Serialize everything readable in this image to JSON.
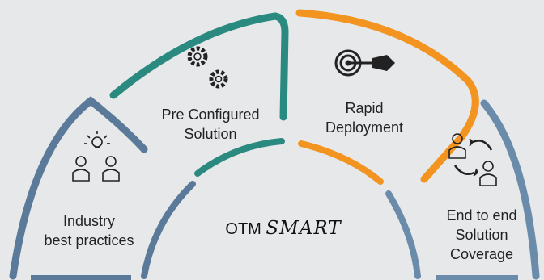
{
  "segments": [
    {
      "lines": [
        "Industry",
        "best practices"
      ],
      "icon": "idea-people-icon",
      "color": "#5b7a99"
    },
    {
      "lines": [
        "Pre Configured",
        "Solution"
      ],
      "icon": "gears-icon",
      "color": "#2a8a80"
    },
    {
      "lines": [
        "Rapid",
        "Deployment"
      ],
      "icon": "target-dart-icon",
      "color": "#f2941f"
    },
    {
      "lines": [
        "End to end",
        "Solution",
        "Coverage"
      ],
      "icon": "people-exchange-icon",
      "color": "#6b8bab"
    }
  ],
  "center": {
    "prefix": "OTM",
    "brand": "SMART"
  }
}
